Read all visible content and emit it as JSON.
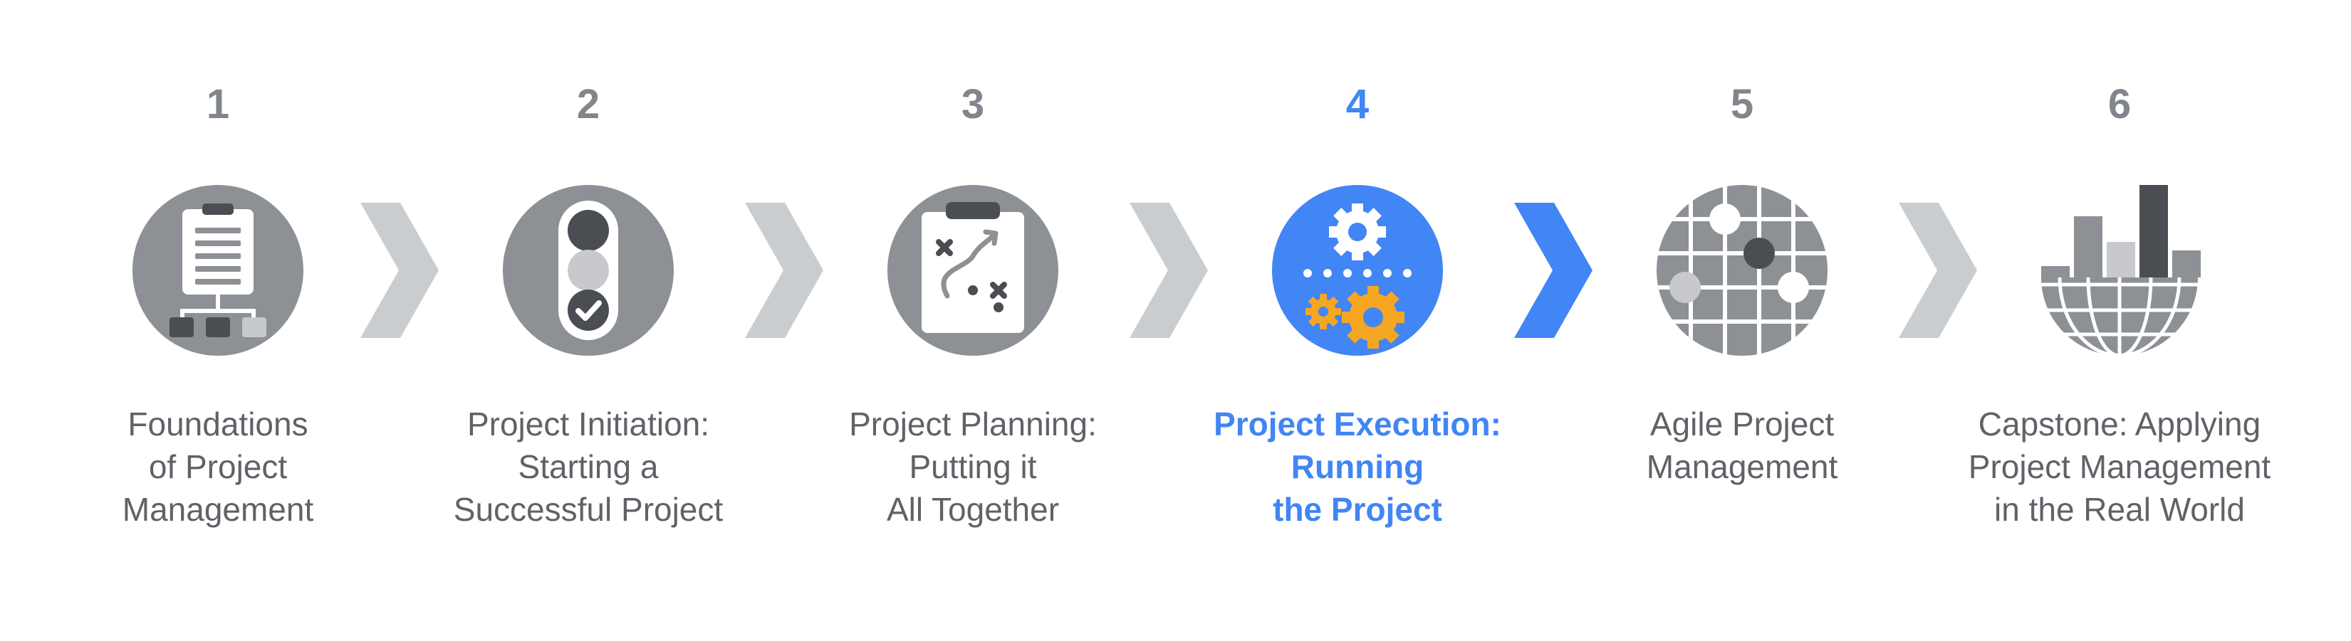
{
  "steps": [
    {
      "number": "1",
      "lines": [
        "Foundations",
        "of Project",
        "Management"
      ],
      "icon": "org-chart-clipboard-icon"
    },
    {
      "number": "2",
      "lines": [
        "Project Initiation:",
        "Starting a",
        "Successful Project"
      ],
      "icon": "traffic-light-icon"
    },
    {
      "number": "3",
      "lines": [
        "Project Planning:",
        "Putting it",
        "All Together"
      ],
      "icon": "strategy-clipboard-icon"
    },
    {
      "number": "4",
      "lines": [
        "Project Execution:",
        "Running",
        "the Project"
      ],
      "icon": "gears-icon",
      "active": true
    },
    {
      "number": "5",
      "lines": [
        "Agile Project",
        "Management"
      ],
      "icon": "grid-globe-icon"
    },
    {
      "number": "6",
      "lines": [
        "Capstone: Applying",
        "Project Management",
        "in the Real World"
      ],
      "icon": "bar-chart-globe-icon"
    }
  ],
  "colors": {
    "inactive_text": "#5f6368",
    "inactive_number": "#80868b",
    "icon_gray": "#8d9094",
    "icon_dark": "#4a4d51",
    "icon_light": "#c7c9cc",
    "chevron_gray": "#cacdd0",
    "active_blue": "#4285f4",
    "gear_orange": "#f5a623"
  }
}
